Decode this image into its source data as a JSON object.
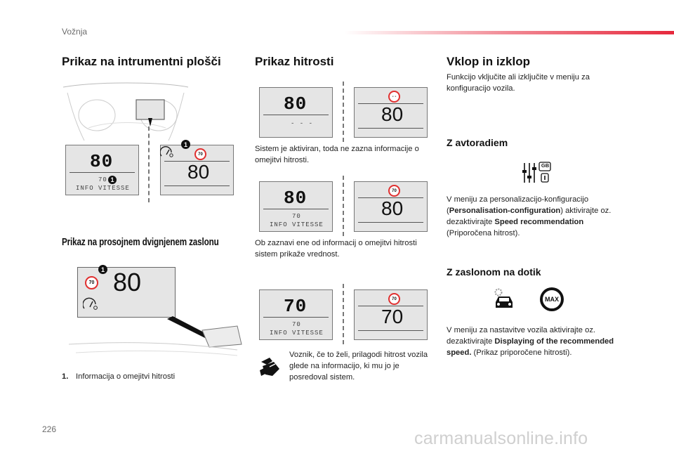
{
  "header": {
    "section": "Vožnja"
  },
  "page_number": "226",
  "watermark": "carmanualsonline.info",
  "col1": {
    "title": "Prikaz na intrumentni plošči",
    "subtitle": "Prikaz na prosojnem dvignjenem zaslonu",
    "legend_number": "1.",
    "legend_text": "Informacija o omejitvi hitrosti",
    "marker": "1",
    "cluster": {
      "speed": "80",
      "limit": "70",
      "label": "INFO VITESSE"
    },
    "display": {
      "limit_sign": "70",
      "speed": "80"
    },
    "hud": {
      "limit_sign": "70",
      "speed": "80"
    }
  },
  "col2": {
    "title": "Prikaz hitrosti",
    "row1": {
      "left_speed": "80",
      "left_dashes": "- - -",
      "right_sign": "- -",
      "right_speed": "80"
    },
    "text1": "Sistem je aktiviran, toda ne zazna informacije o omejitvi hitrosti.",
    "row2": {
      "left_speed": "80",
      "left_limit": "70",
      "left_label": "INFO VITESSE",
      "right_sign": "70",
      "right_speed": "80"
    },
    "text2": "Ob zaznavi ene od informacij o omejitvi hitrosti sistem prikaže vrednost.",
    "row3": {
      "left_speed": "70",
      "left_limit": "70",
      "left_label": "INFO VITESSE",
      "right_sign": "70",
      "right_speed": "70"
    },
    "text3": "Voznik, če to želi, prilagodi hitrost vozila glede na informacijo, ki mu jo je posredoval sistem."
  },
  "col3": {
    "title": "Vklop in izklop",
    "intro": "Funkcijo vključite ali izključite v meniju za konfiguracijo vozila.",
    "radio_title": "Z avtoradiem",
    "radio_icon_label": "GB",
    "radio_text_1": "V meniju za personalizacijo-konfiguracijo (",
    "radio_bold_1": "Personalisation-configuration",
    "radio_text_2": ") aktivirajte oz. dezaktivirajte ",
    "radio_bold_2": "Speed recommendation",
    "radio_text_3": " (Priporočena hitrost).",
    "touch_title": "Z zaslonom na dotik",
    "max_label": "MAX",
    "touch_text_1": "V meniju za nastavitve vozila aktivirajte oz. dezaktivirajte ",
    "touch_bold_1": "Displaying of the recommended speed.",
    "touch_text_2": " (Prikaz priporočene hitrosti)."
  }
}
